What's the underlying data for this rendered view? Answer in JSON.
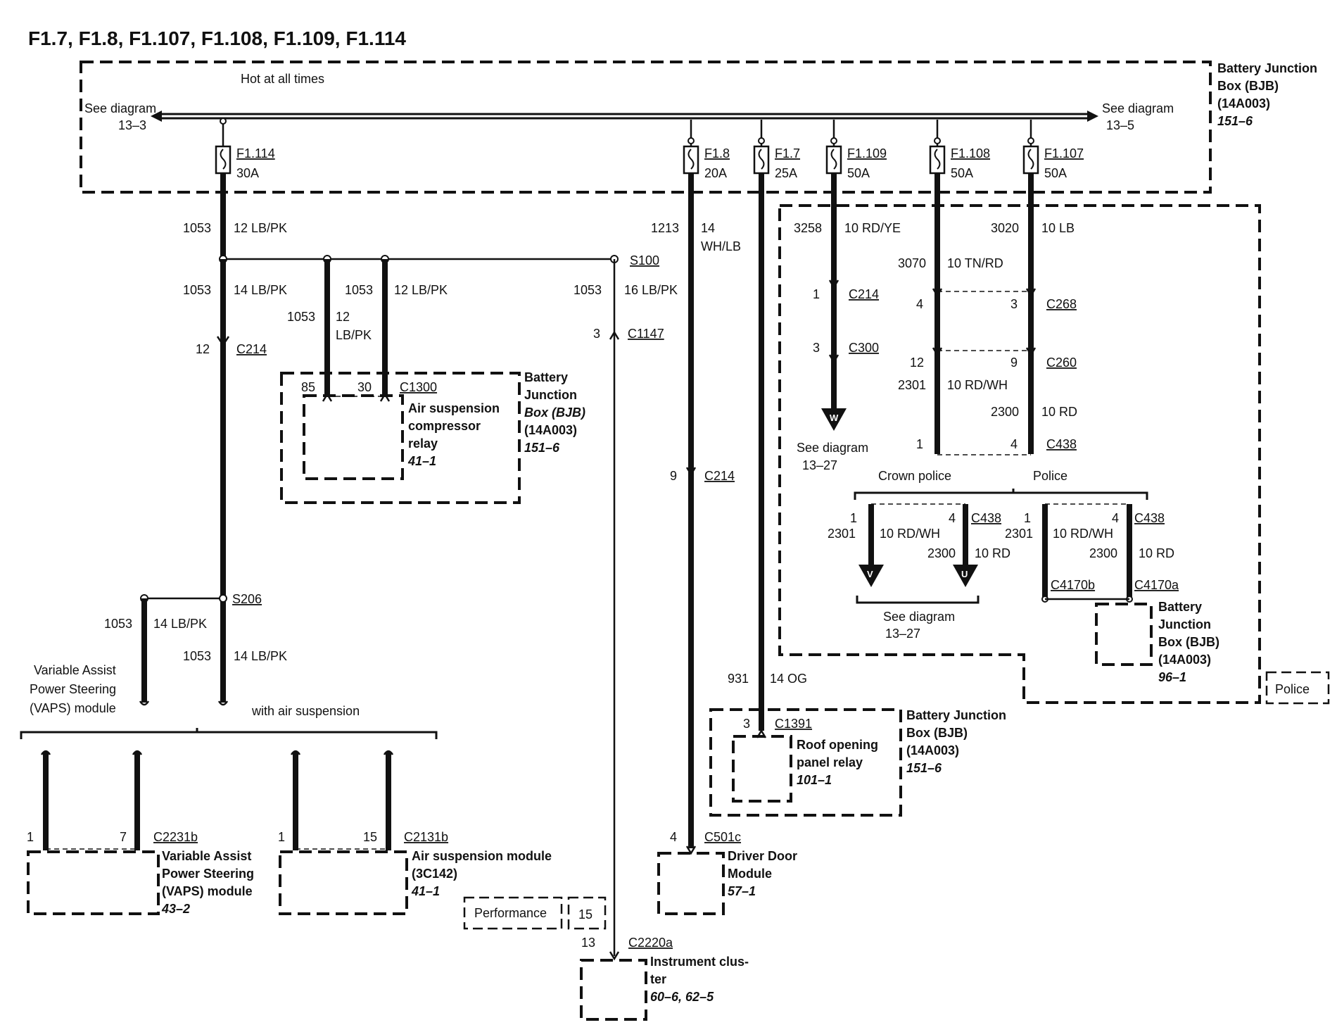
{
  "title": "F1.7, F1.8, F1.107, F1.108, F1.109, F1.114",
  "bjb_main": {
    "hot_label": "Hot at all times",
    "name_lines": [
      "Battery Junction",
      "Box (BJB)",
      "(14A003)"
    ],
    "ref": "151–6",
    "see_left": [
      "See diagram",
      "13–3"
    ],
    "see_right": [
      "See diagram",
      "13–5"
    ]
  },
  "fuses": [
    {
      "id": "F1.114",
      "amps": "30A"
    },
    {
      "id": "F1.8",
      "amps": "20A"
    },
    {
      "id": "F1.7",
      "amps": "25A"
    },
    {
      "id": "F1.109",
      "amps": "50A"
    },
    {
      "id": "F1.108",
      "amps": "50A"
    },
    {
      "id": "F1.107",
      "amps": "50A"
    }
  ],
  "circuits": {
    "c1053_main": {
      "num": "1053",
      "wire": "12 LB/PK"
    },
    "c1053_14": {
      "num": "1053",
      "wire": "14 LB/PK"
    },
    "c1053_relay85": {
      "num": "1053",
      "wire": [
        "12",
        "LB/PK"
      ]
    },
    "c1053_relay30": {
      "num": "1053",
      "wire": "12 LB/PK"
    },
    "c1053_16": {
      "num": "1053",
      "wire": "16 LB/PK"
    },
    "c1213": {
      "num": "1213",
      "wire": [
        "14",
        "WH/LB"
      ]
    },
    "c3258": {
      "num": "3258",
      "wire": "10 RD/YE"
    },
    "c3020": {
      "num": "3020",
      "wire": "10 LB"
    },
    "c3070": {
      "num": "3070",
      "wire": "10 TN/RD"
    },
    "c2301": {
      "num": "2301",
      "wire": "10 RD/WH"
    },
    "c2300": {
      "num": "2300",
      "wire": "10 RD"
    },
    "c931": {
      "num": "931",
      "wire": "14 OG"
    },
    "vaps_1053": {
      "num": "1053",
      "wire": "14 LB/PK"
    },
    "air_1053": {
      "num": "1053",
      "wire": "14 LB/PK"
    }
  },
  "splices": {
    "s100": "S100",
    "s206": "S206"
  },
  "connectors": {
    "c214_left": {
      "name": "C214",
      "pin": "12"
    },
    "c1147": {
      "name": "C1147",
      "pin": "3"
    },
    "c214_f18": {
      "name": "C214",
      "pin": "9"
    },
    "c214_f109": {
      "name": "C214",
      "pin": "1"
    },
    "c300": {
      "name": "C300",
      "pin": "3"
    },
    "c268": {
      "name": "C268",
      "pins": [
        "4",
        "3"
      ]
    },
    "c260": {
      "name": "C260",
      "pins": [
        "12",
        "9"
      ]
    },
    "c438_main": {
      "name": "C438",
      "pins": [
        "1",
        "4"
      ]
    },
    "c438_crown": {
      "name": "C438",
      "pins": [
        "1",
        "4"
      ]
    },
    "c438_police": {
      "name": "C438",
      "pins": [
        "1",
        "4"
      ]
    },
    "c4170b": "C4170b",
    "c4170a": "C4170a",
    "c501c": {
      "name": "C501c",
      "pin": "4"
    },
    "c2220a": {
      "name": "C2220a",
      "pin": "13"
    },
    "c1391": {
      "name": "C1391",
      "pin": "3"
    },
    "c2231b": {
      "name": "C2231b",
      "pins": [
        "1",
        "7"
      ]
    },
    "c2131b": {
      "name": "C2131b",
      "pins": [
        "1",
        "15"
      ]
    }
  },
  "relay_compressor": {
    "connector": "C1300",
    "pins": [
      "85",
      "30"
    ],
    "name_lines": [
      "Air suspension",
      "compressor",
      "relay"
    ],
    "ref": "41–1",
    "bjb_lines": [
      "Battery",
      "Junction",
      "Box (BJB)",
      "(14A003)"
    ],
    "bjb_ref": "151–6"
  },
  "relay_roof": {
    "name_lines": [
      "Roof opening",
      "panel relay"
    ],
    "ref": "101–1",
    "bjb_lines": [
      "Battery Junction",
      "Box (BJB)",
      "(14A003)"
    ],
    "bjb_ref": "151–6"
  },
  "see_w": {
    "letter": "W",
    "text": [
      "See diagram",
      "13–27"
    ]
  },
  "see_vu": {
    "letters": [
      "V",
      "U"
    ],
    "text": [
      "See diagram",
      "13–27"
    ]
  },
  "options": {
    "crown_police": "Crown police",
    "police": "Police",
    "police_box": "Police",
    "vaps_option": [
      "Variable Assist",
      "Power Steering",
      "(VAPS) module"
    ],
    "air_option": "with air suspension",
    "performance": "Performance",
    "performance_pin": "15"
  },
  "bjb_police": {
    "lines": [
      "Battery",
      "Junction",
      "Box (BJB)",
      "(14A003)"
    ],
    "ref": "96–1"
  },
  "vaps_module": {
    "lines": [
      "Variable Assist",
      "Power Steering",
      "(VAPS) module"
    ],
    "ref": "43–2"
  },
  "air_module": {
    "lines": [
      "Air suspension module",
      "(3C142)"
    ],
    "ref": "41–1"
  },
  "ddm": {
    "lines": [
      "Driver Door",
      "Module"
    ],
    "ref": "57–1"
  },
  "cluster": {
    "lines": [
      "Instrument clus-",
      "ter"
    ],
    "ref": "60–6, 62–5"
  }
}
